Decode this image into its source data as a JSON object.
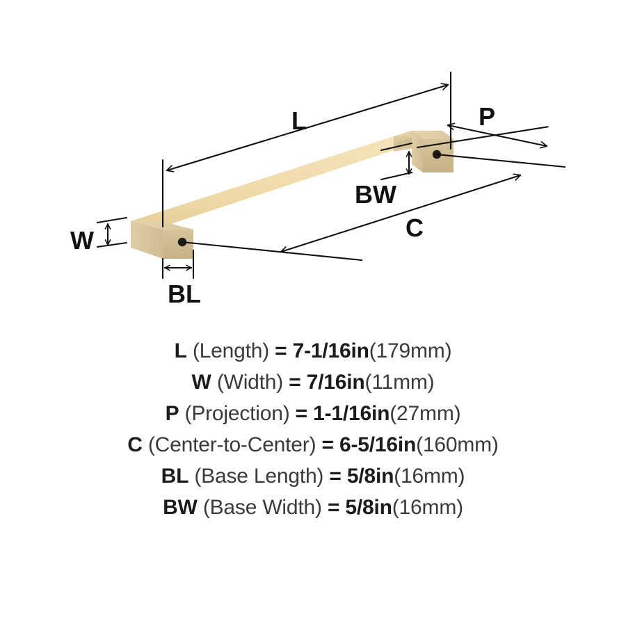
{
  "product": {
    "type": "cabinet-pull-dimension-diagram",
    "finish_color": "#EBD6A3",
    "line_color": "#111111"
  },
  "diagram": {
    "labels": {
      "length": "L",
      "width": "W",
      "projection": "P",
      "center_to_center": "C",
      "base_length": "BL",
      "base_width": "BW"
    }
  },
  "specs": [
    {
      "abbr": "L",
      "name": "(Length)",
      "eq": "=",
      "imperial": "7-1/16in",
      "metric": "(179mm)"
    },
    {
      "abbr": "W",
      "name": "(Width)",
      "eq": "=",
      "imperial": "7/16in",
      "metric": "(11mm)"
    },
    {
      "abbr": "P",
      "name": "(Projection)",
      "eq": "=",
      "imperial": "1-1/16in",
      "metric": "(27mm)"
    },
    {
      "abbr": "C",
      "name": "(Center-to-Center)",
      "eq": "=",
      "imperial": "6-5/16in",
      "metric": "(160mm)"
    },
    {
      "abbr": "BL",
      "name": "(Base Length)",
      "eq": "=",
      "imperial": "5/8in",
      "metric": "(16mm)"
    },
    {
      "abbr": "BW",
      "name": "(Base Width)",
      "eq": "=",
      "imperial": "5/8in",
      "metric": "(16mm)"
    }
  ]
}
